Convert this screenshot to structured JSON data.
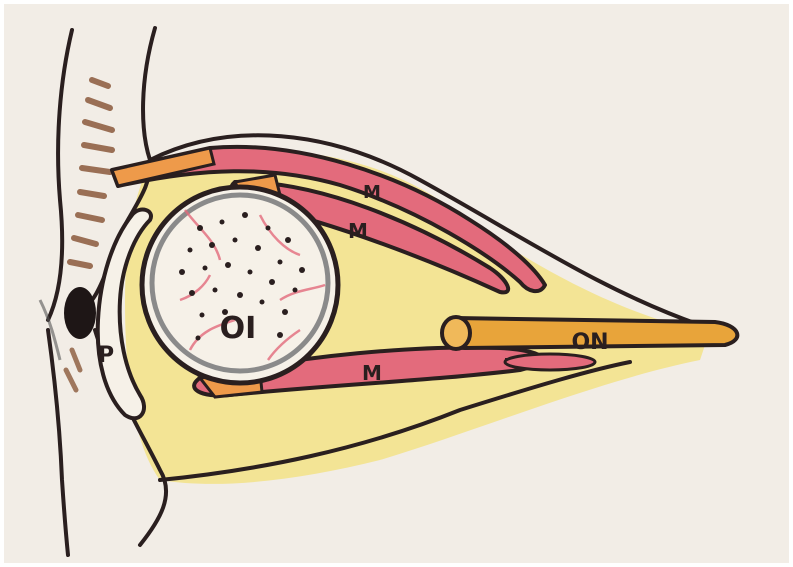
{
  "labels": {
    "muscle_top_1": "M",
    "muscle_top_2": "M",
    "muscle_bottom": "M",
    "optic_nerve": "ON",
    "implant": "OI",
    "lid_p": "P"
  },
  "colors": {
    "paper": "#f2ede6",
    "outline": "#2a1f1f",
    "fat_yellow": "#f3e07a",
    "muscle_pink": "#e36b7c",
    "muscle_dark": "#c9435a",
    "nerve_orange": "#e8a43a",
    "tendon_orange": "#ee9a4a",
    "implant_gray": "#8a8a8a",
    "lash_brown": "#8b5a3c"
  }
}
